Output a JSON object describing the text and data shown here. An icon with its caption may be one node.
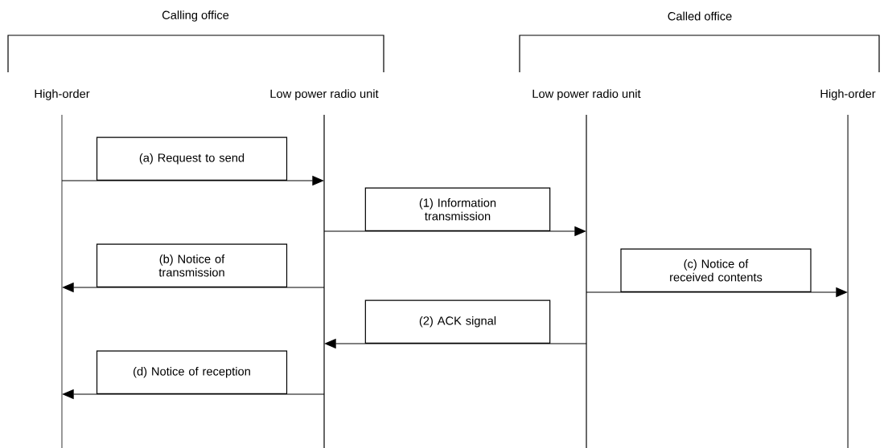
{
  "diagram": {
    "nodes": [
      {
        "text": [
          "High-order"
        ]
      },
      {
        "text": [
          "Low power radio unit"
        ]
      },
      {
        "text": [
          "Low power radio unit"
        ]
      },
      {
        "text": [
          "High-order"
        ]
      }
    ],
    "edges": [
      {
        "from": 0,
        "to": 1,
        "arrow": "to",
        "label": "(a) Request to send"
      },
      {
        "from": 1,
        "to": 2,
        "arrow": "to",
        "label": "(1) Information transmission"
      },
      {
        "from": 1,
        "to": 0,
        "arrow": "to",
        "label": "(b) Notice of transmission"
      },
      {
        "from": 2,
        "to": 3,
        "arrow": "to",
        "label": "(c) Notice of received contents"
      },
      {
        "from": 2,
        "to": 1,
        "arrow": "to",
        "label": "(2) ACK signal"
      },
      {
        "from": 1,
        "to": 0,
        "arrow": "to",
        "label": "(d) Notice of reception"
      }
    ],
    "labels": [
      "Calling office",
      "Called office"
    ]
  }
}
